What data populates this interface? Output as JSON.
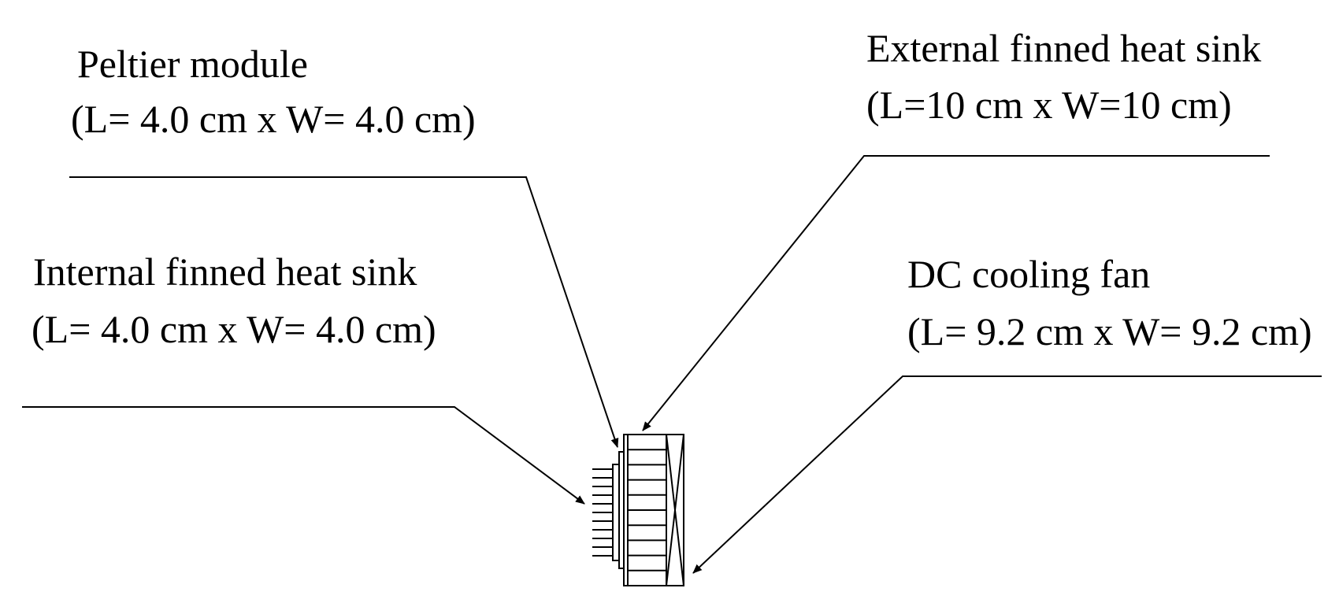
{
  "labels": {
    "peltier": {
      "name": "Peltier module",
      "dims": "(L= 4.0 cm x W= 4.0 cm)"
    },
    "internal_sink": {
      "name": "Internal finned heat sink",
      "dims": "(L= 4.0 cm x W= 4.0 cm)"
    },
    "external_sink": {
      "name": "External finned heat sink",
      "dims": "(L=10 cm x W=10 cm)"
    },
    "fan": {
      "name": "DC cooling fan",
      "dims": "(L= 9.2 cm x W= 9.2 cm)"
    }
  },
  "colors": {
    "line": "#000000",
    "background": "#ffffff"
  }
}
